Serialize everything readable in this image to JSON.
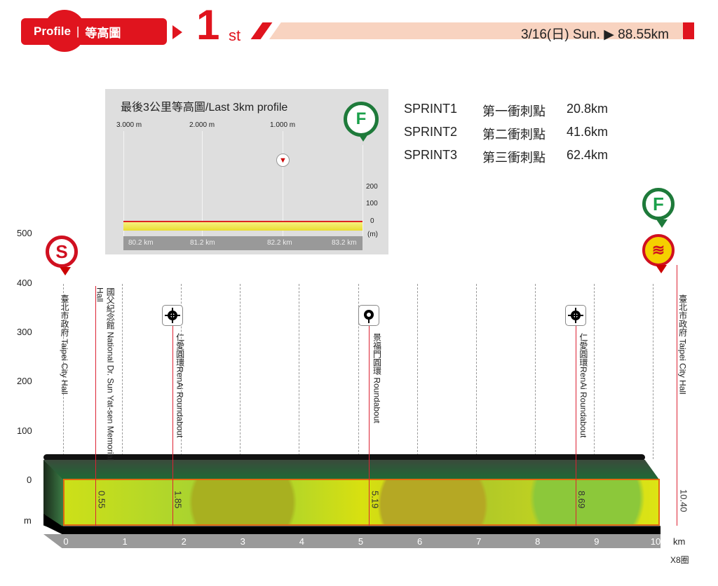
{
  "header": {
    "profile_label": "Profile",
    "profile_zh": "等高圖",
    "stage_number": "1",
    "stage_suffix": "st",
    "date_info": "3/16(日) Sun. ▶ 88.55km"
  },
  "inset": {
    "title": "最後3公里等高圖/Last 3km profile",
    "top_ticks": [
      "3.000 m",
      "2.000 m",
      "1.000 m"
    ],
    "y_ticks": [
      "200",
      "100",
      "0"
    ],
    "y_unit": "(m)",
    "km_ticks": [
      "80.2 km",
      "81.2 km",
      "82.2 km",
      "83.2 km"
    ],
    "finish_icon": "F"
  },
  "sprints": [
    {
      "name": "SPRINT1",
      "zh": "第一衝刺點",
      "km": "20.8km"
    },
    {
      "name": "SPRINT2",
      "zh": "第二衝刺點",
      "km": "41.6km"
    },
    {
      "name": "SPRINT3",
      "zh": "第三衝刺點",
      "km": "62.4km"
    }
  ],
  "chart_data": {
    "type": "area",
    "title": "Profile 等高圖",
    "xlabel": "km",
    "ylabel": "m",
    "xlim": [
      0,
      10
    ],
    "ylim": [
      0,
      500
    ],
    "x_ticks": [
      "0",
      "1",
      "2",
      "3",
      "4",
      "5",
      "6",
      "7",
      "8",
      "9",
      "10"
    ],
    "y_ticks": [
      "500",
      "400",
      "300",
      "200",
      "100",
      "0"
    ],
    "y_unit": "m",
    "x_unit": "km",
    "laps": "X8圈",
    "series": [
      {
        "name": "elevation",
        "x": [
          0,
          10.4
        ],
        "y": [
          0,
          0
        ]
      }
    ],
    "markers": [
      {
        "km": 0,
        "label": "臺北市政府 Taipei City Hall",
        "value": "",
        "icon": "start-icon"
      },
      {
        "km": 0.55,
        "label": "國父紀念館 National Dr. Sun Yat-sen Memorial Hall",
        "value": "0.55",
        "icon": ""
      },
      {
        "km": 1.85,
        "label": "仁愛圓環RenAi Roundabout",
        "value": "1.85",
        "icon": "roundabout-icon"
      },
      {
        "km": 5.19,
        "label": "景福門圓環 Roundabout",
        "value": "5.19",
        "icon": "roundabout-gate-icon"
      },
      {
        "km": 8.69,
        "label": "仁愛圓環RenAi Roundabout",
        "value": "8.69",
        "icon": "roundabout-icon"
      },
      {
        "km": 10.4,
        "label": "臺北市政府 Taipei City Hall",
        "value": "10.40",
        "icon": "finish-sprint-icon"
      }
    ]
  },
  "icons": {
    "start": "S",
    "finish": "F"
  },
  "colors": {
    "brand": "#e0141e",
    "finish_green": "#1e7a3a",
    "road_yellow": "#d4e01a"
  }
}
